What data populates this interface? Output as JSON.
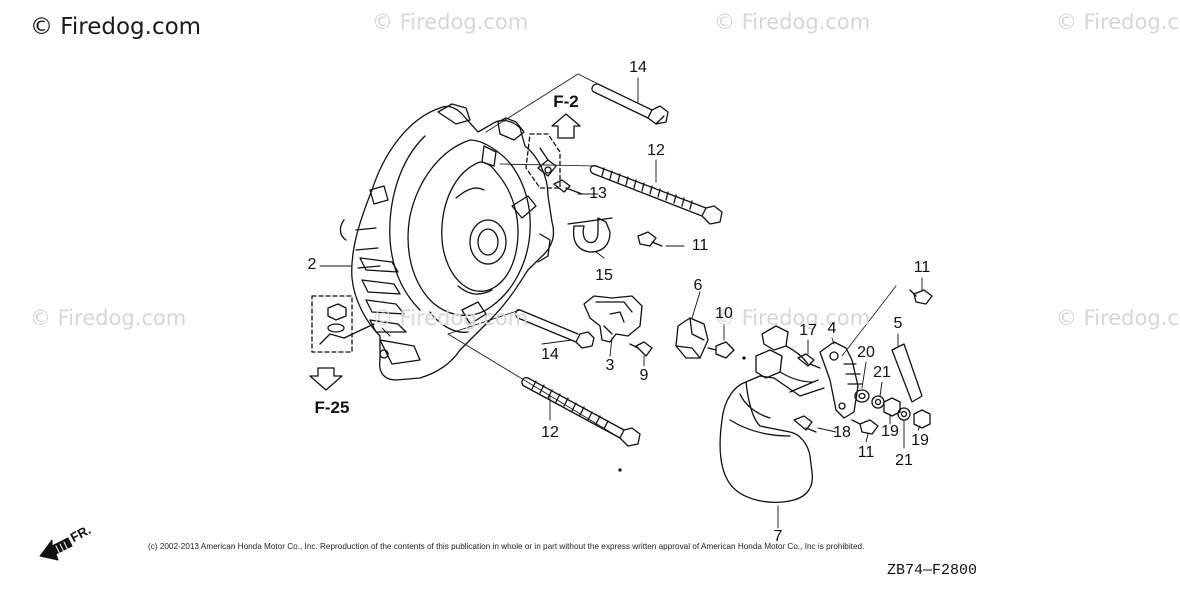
{
  "watermarks": {
    "main": "© Firedog.com",
    "repeat": "© Firedog.com"
  },
  "callouts": {
    "c14_top": "14",
    "c12_top": "12",
    "c13": "13",
    "c11_mid": "11",
    "c15": "15",
    "c2": "2",
    "c6": "6",
    "c10": "10",
    "c14_low": "14",
    "c3": "3",
    "c9": "9",
    "c12_low": "12",
    "c17": "17",
    "c4": "4",
    "c5": "5",
    "c11_right": "11",
    "c20": "20",
    "c21_a": "21",
    "c18": "18",
    "c19_a": "19",
    "c19_b": "19",
    "c11_low": "11",
    "c21_b": "21",
    "c7": "7"
  },
  "refs": {
    "f2": "F-2",
    "f25": "F-25"
  },
  "front_arrow_label": "FR.",
  "copyright": "(c) 2002-2013 American Honda Motor Co., Inc. Reproduction of the contents of this publication in whole or in part without the express written approval of American Honda Motor Co., Inc is prohibited.",
  "figure_code": "ZB74—F2800",
  "colors": {
    "line": "#111111",
    "watermark": "#d6d6d6",
    "background": "#ffffff"
  }
}
